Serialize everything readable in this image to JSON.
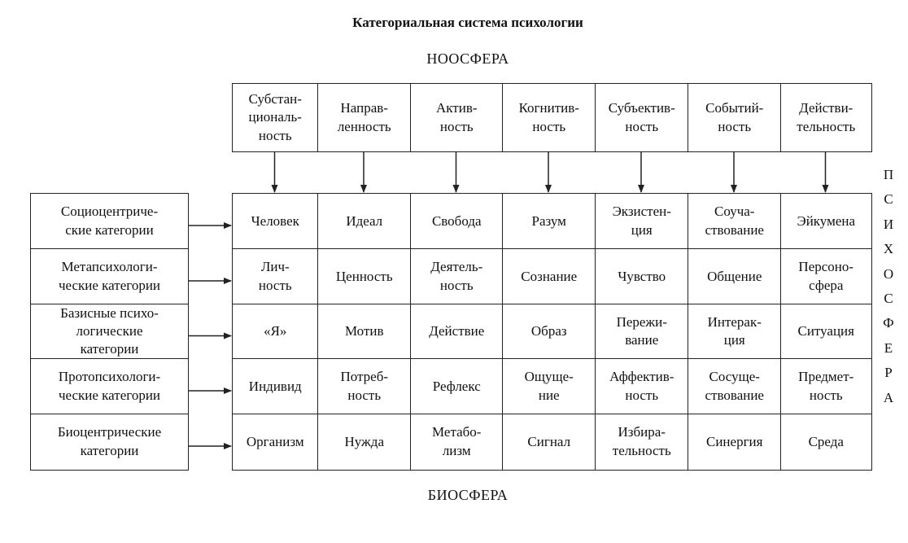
{
  "title": "Категориальная система психологии",
  "top_label": "НООСФЕРА",
  "bottom_label": "БИОСФЕРА",
  "side_label_letters": [
    "П",
    "С",
    "И",
    "Х",
    "О",
    "С",
    "Ф",
    "Е",
    "Р",
    "А"
  ],
  "columns": [
    "Субстан-\nциональ-\nность",
    "Направ-\nленность",
    "Актив-\nность",
    "Когнитив-\nность",
    "Субъектив-\nность",
    "Событий-\nность",
    "Действи-\nтельность"
  ],
  "rows": [
    {
      "label": "Социоцентриче-\nские категории",
      "cells": [
        "Человек",
        "Идеал",
        "Свобода",
        "Разум",
        "Экзистен-\nция",
        "Соуча-\nствование",
        "Эйкумена"
      ]
    },
    {
      "label": "Метапсихологи-\nческие категории",
      "cells": [
        "Лич-\nность",
        "Ценность",
        "Деятель-\nность",
        "Сознание",
        "Чувство",
        "Общение",
        "Персоно-\nсфера"
      ]
    },
    {
      "label": "Базисные психо-\nлогические\nкатегории",
      "cells": [
        "«Я»",
        "Мотив",
        "Действие",
        "Образ",
        "Пережи-\nвание",
        "Интерак-\nция",
        "Ситуация"
      ]
    },
    {
      "label": "Протопсихологи-\nческие категории",
      "cells": [
        "Индивид",
        "Потреб-\nность",
        "Рефлекс",
        "Ощуще-\nние",
        "Аффектив-\nность",
        "Сосуще-\nствование",
        "Предмет-\nность"
      ]
    },
    {
      "label": "Биоцентрические\nкатегории",
      "cells": [
        "Организм",
        "Нужда",
        "Метабо-\nлизм",
        "Сигнал",
        "Избира-\nтельность",
        "Синергия",
        "Среда"
      ]
    }
  ]
}
